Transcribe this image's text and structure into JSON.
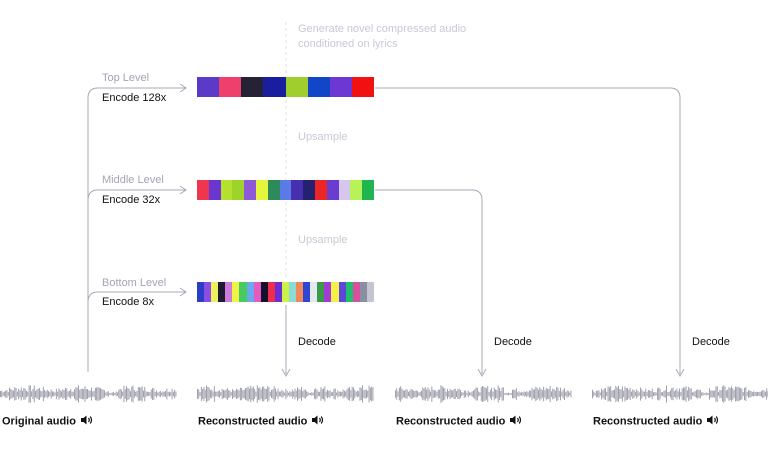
{
  "top_note": "Generate novel compressed audio conditioned on lyrics",
  "upsample_label": "Upsample",
  "decode_label": "Decode",
  "levels": [
    {
      "name": "Top Level",
      "encode": "Encode 128x",
      "colors": [
        "#5b3ac9",
        "#ef3f6c",
        "#262236",
        "#1a1e9e",
        "#9fce2d",
        "#1147c7",
        "#6c37d2",
        "#f21111"
      ]
    },
    {
      "name": "Middle Level",
      "encode": "Encode 32x",
      "colors": [
        "#f0364e",
        "#6b35cf",
        "#b4e02f",
        "#9ed42a",
        "#8e59d9",
        "#e6f53d",
        "#2c8b58",
        "#5a7ae8",
        "#4730b0",
        "#232170",
        "#ec2626",
        "#6a3dd1",
        "#d7c6ee",
        "#b7f259",
        "#1fb54f"
      ]
    },
    {
      "name": "Bottom Level",
      "encode": "Encode 8x",
      "colors": [
        "#2b3ec4",
        "#8b4ee3",
        "#eff15b",
        "#1f1a34",
        "#ce7bd8",
        "#f0f545",
        "#46cc5e",
        "#6ca8f0",
        "#e45bbf",
        "#130f2d",
        "#ee2c4b",
        "#6b2fd1",
        "#ccf24a",
        "#8edbd6",
        "#f08a5b",
        "#2f45d3",
        "#e2e9f1",
        "#3b9a47",
        "#a13ad6",
        "#f5f245",
        "#5c47d8",
        "#1fbf6e",
        "#d94f9f",
        "#8a8fa0",
        "#c2c6d0"
      ]
    }
  ],
  "captions": {
    "original": "Original audio",
    "reconstructed": "Reconstructed audio"
  },
  "colors": {
    "line": "#a8a8b5",
    "faint_text": "#c9c9d3",
    "waveform": "#9797a5"
  },
  "icons": [
    "speaker-icon"
  ]
}
